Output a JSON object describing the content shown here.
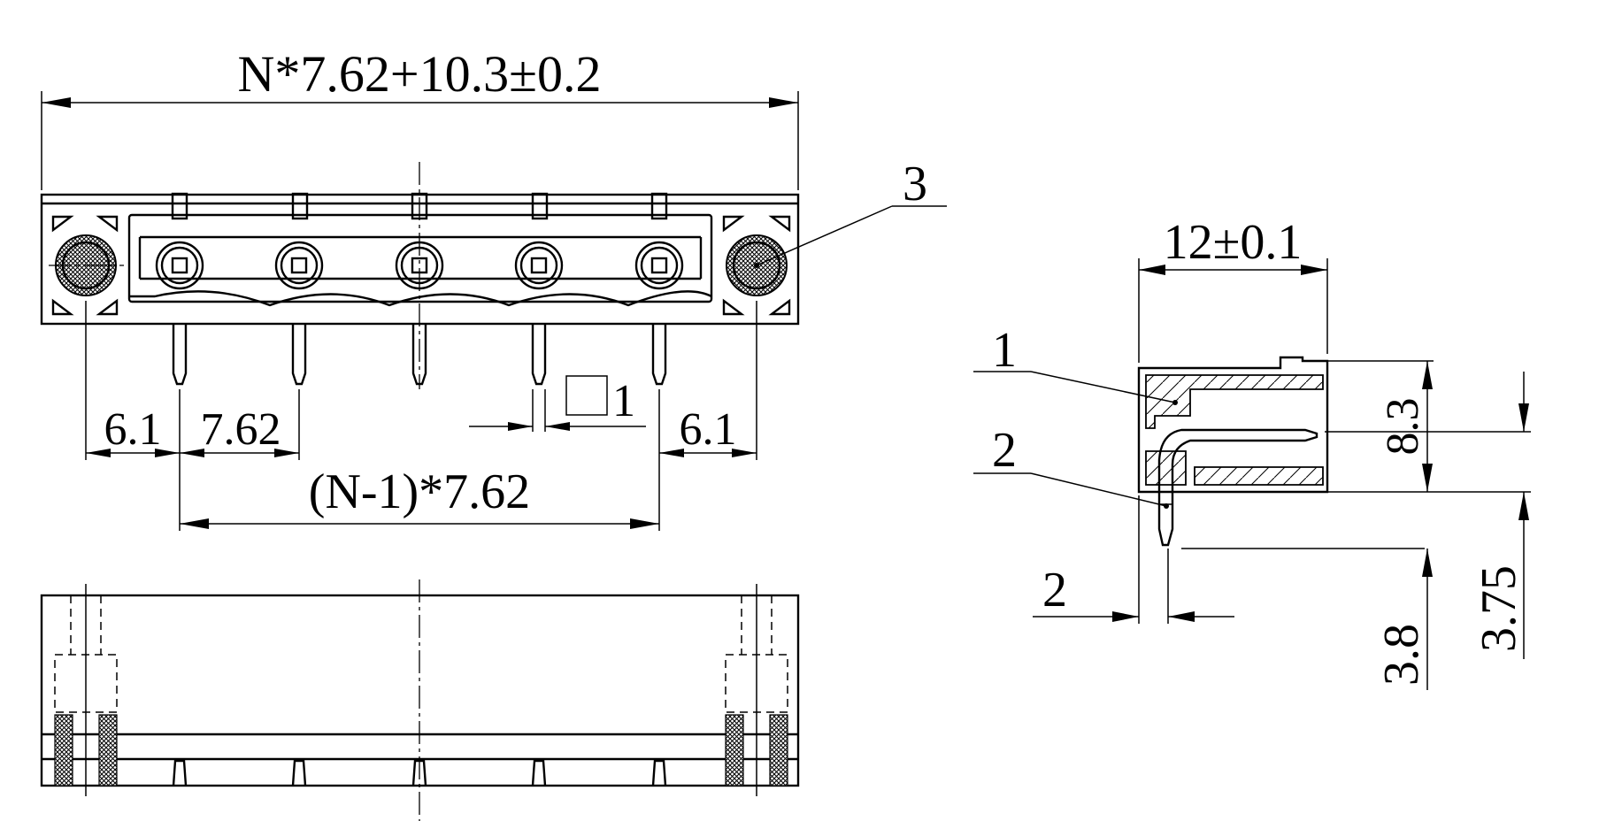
{
  "dimensions": {
    "overall_length": "N*7.62+10.3±0.2",
    "pitch_span": "(N-1)*7.62",
    "pitch": "7.62",
    "left_offset": "6.1",
    "right_offset": "6.1",
    "pin_square": "1",
    "depth": "12±0.1",
    "height": "8.3",
    "pin_offset": "2",
    "pin_length": "3.8",
    "pin_height": "3.75"
  },
  "callouts": {
    "mount_hole": "3",
    "housing": "1",
    "pin": "2"
  }
}
